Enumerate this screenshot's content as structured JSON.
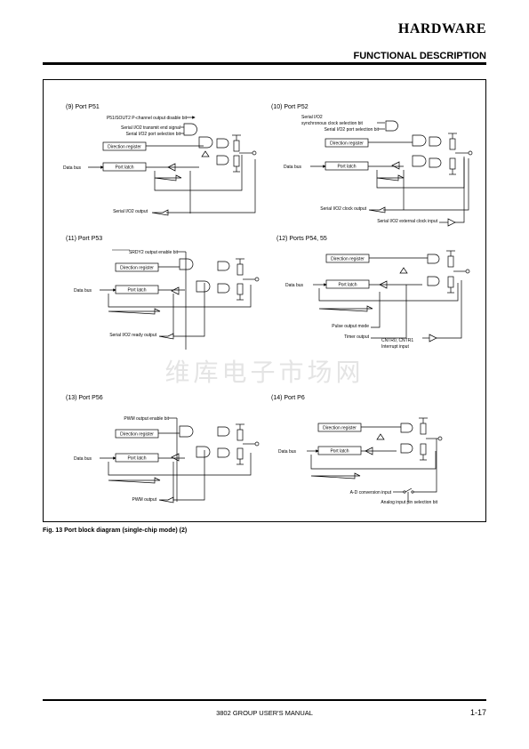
{
  "header": {
    "title": "HARDWARE",
    "subtitle": "FUNCTIONAL DESCRIPTION"
  },
  "figure": {
    "caption": "Fig. 13 Port block diagram (single-chip mode) (2)",
    "panels": [
      {
        "title": "(9) Port P51",
        "labels": [
          "P51/SOUT2 P-channel output disable bit",
          "Serial I/O2 transmit end signal",
          "Serial I/O2 port selection bit",
          "Data bus",
          "Serial I/O2 output"
        ],
        "boxes": [
          "Direction register",
          "Port latch"
        ]
      },
      {
        "title": "(10) Port P52",
        "labels": [
          "Serial I/O2",
          "synchronous clock selection bit",
          "Serial I/O2 port selection bit",
          "Data bus",
          "Serial I/O2 clock output",
          "Serial I/O2 external clock input"
        ],
        "boxes": [
          "Direction register",
          "Port latch"
        ]
      },
      {
        "title": "(11) Port P53",
        "labels": [
          "SRDY2 output enable bit",
          "Data bus",
          "Serial I/O2 ready output"
        ],
        "boxes": [
          "Direction register",
          "Port latch"
        ]
      },
      {
        "title": "(12) Ports P54, 55",
        "labels": [
          "Data bus",
          "Pulse output mode",
          "Timer output",
          "CNTR0, CNTR1",
          "Interrupt input"
        ],
        "boxes": [
          "Direction register",
          "Port latch"
        ]
      },
      {
        "title": "(13) Port P56",
        "labels": [
          "PWM output enable bit",
          "Data bus",
          "PWM output"
        ],
        "boxes": [
          "Direction register",
          "Port latch"
        ]
      },
      {
        "title": "(14) Port P6",
        "labels": [
          "Data bus",
          "A-D conversion input",
          "Analog input pin selection bit"
        ],
        "boxes": [
          "Direction register",
          "Port latch"
        ]
      }
    ]
  },
  "watermark": "维库电子市场网",
  "footer": {
    "manual": "3802 GROUP USER'S MANUAL",
    "page": "1-17"
  }
}
